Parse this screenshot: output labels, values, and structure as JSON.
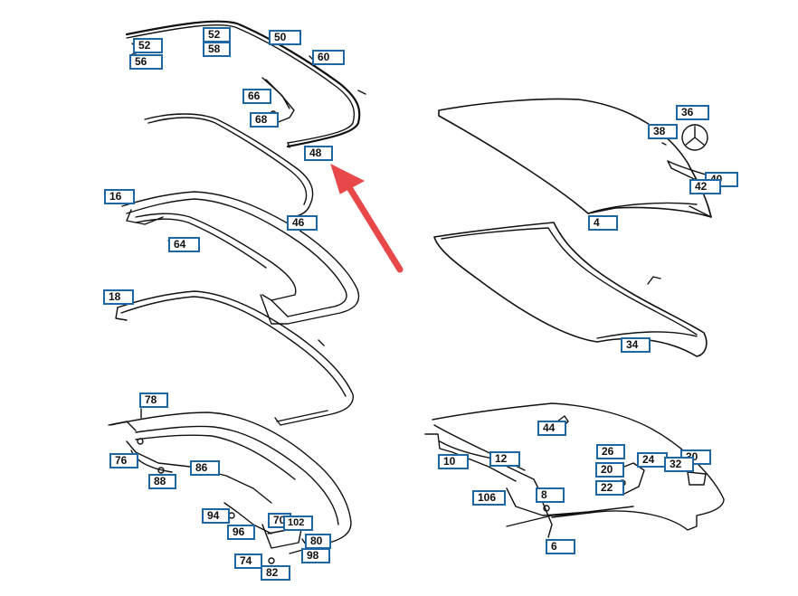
{
  "diagram": {
    "part_labels": [
      "52",
      "52",
      "58",
      "50",
      "56",
      "60",
      "66",
      "68",
      "48",
      "16",
      "46",
      "64",
      "18",
      "78",
      "76",
      "88",
      "86",
      "94",
      "96",
      "70",
      "102",
      "80",
      "74",
      "82",
      "98",
      "36",
      "38",
      "40",
      "42",
      "4",
      "34",
      "44",
      "10",
      "12",
      "26",
      "24",
      "30",
      "32",
      "20",
      "22",
      "106",
      "8",
      "6"
    ]
  },
  "colors": {
    "label_border": "#1f66a4",
    "line_art": "#111111",
    "arrow": "#e8484a"
  }
}
